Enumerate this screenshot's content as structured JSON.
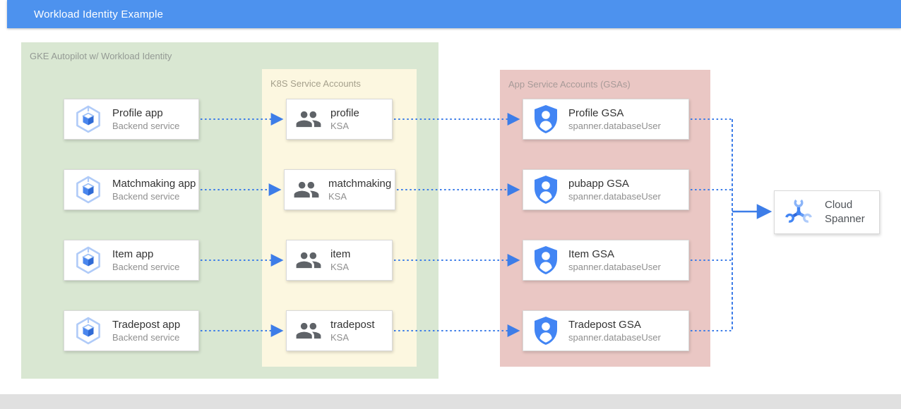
{
  "window": {
    "title": "Workload Identity Example"
  },
  "palette": {
    "titlebar_blue": "#4d92ee",
    "gke_zone_green": "#d9e7d2",
    "ksa_zone_yellow": "#fcf7e0",
    "gsa_zone_pink": "#eac7c4",
    "arrow_blue": "#3d7de8",
    "bottom_bar_gray": "#e0e0e0",
    "gke_icon_blue": "#4a86ee",
    "shield_icon_blue": "#4285f4",
    "group_icon_gray": "#5f6368"
  },
  "containers": {
    "gke": {
      "label": "GKE Autopilot w/ Workload Identity"
    },
    "ksa": {
      "label": "K8S Service Accounts"
    },
    "gsa": {
      "label": "App Service Accounts (GSAs)"
    }
  },
  "apps": [
    {
      "title": "Profile app",
      "subtitle": "Backend service"
    },
    {
      "title": "Matchmaking app",
      "subtitle": "Backend service"
    },
    {
      "title": "Item app",
      "subtitle": "Backend service"
    },
    {
      "title": "Tradepost app",
      "subtitle": "Backend service"
    }
  ],
  "ksas": [
    {
      "title": "profile",
      "subtitle": "KSA"
    },
    {
      "title": "matchmaking",
      "subtitle": "KSA"
    },
    {
      "title": "item",
      "subtitle": "KSA"
    },
    {
      "title": "tradepost",
      "subtitle": "KSA"
    }
  ],
  "gsas": [
    {
      "title": "Profile GSA",
      "subtitle": "spanner.databaseUser"
    },
    {
      "title": "pubapp GSA",
      "subtitle": "spanner.databaseUser"
    },
    {
      "title": "Item GSA",
      "subtitle": "spanner.databaseUser"
    },
    {
      "title": "Tradepost GSA",
      "subtitle": "spanner.databaseUser"
    }
  ],
  "spanner": {
    "title": "Cloud Spanner"
  }
}
